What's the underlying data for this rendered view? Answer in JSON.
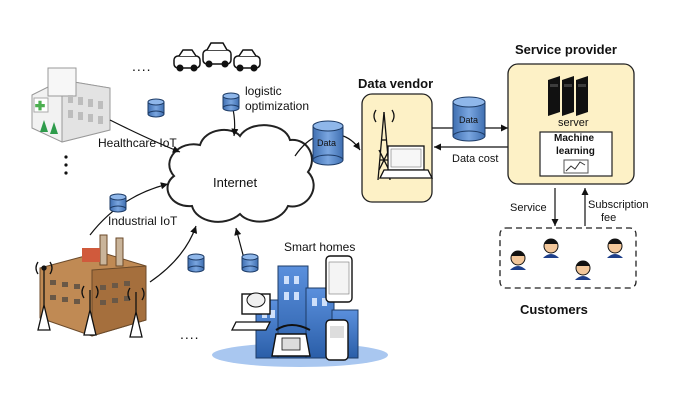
{
  "labels": {
    "logistic": "logistic",
    "optimization": "optimization",
    "healthcare_iot": "Healthcare IoT",
    "internet": "Internet",
    "industrial_iot": "Industrial IoT",
    "smart_homes": "Smart homes",
    "data_vendor": "Data vendor",
    "service_provider": "Service provider",
    "server": "server",
    "machine_learning_1": "Machine",
    "machine_learning_2": "learning",
    "data_cost": "Data cost",
    "service": "Service",
    "subscription_1": "Subscription",
    "subscription_2": "fee",
    "customers": "Customers",
    "dots_top": "....",
    "dots_bottom": "....",
    "dots_vertical": ":"
  },
  "data_cylinders": {
    "cloud_label": "Data",
    "vendor_label": "Data"
  },
  "colors": {
    "db_blue": "#5b8fd1",
    "vendor_fill": "#fdf1c6",
    "cloud_stroke": "#222222",
    "buildings_blue": "#3d74c7"
  }
}
